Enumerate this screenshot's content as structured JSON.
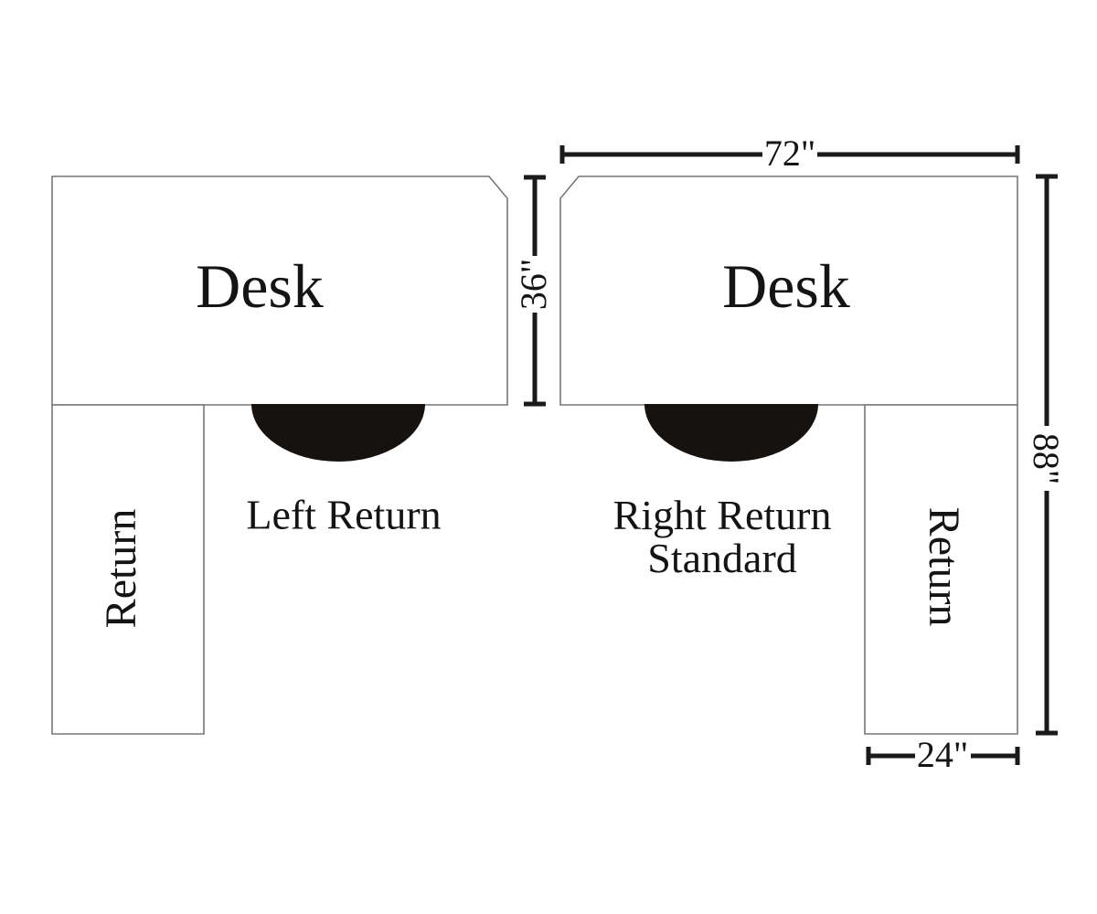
{
  "colors": {
    "bg": "#ffffff",
    "outline": "#777777",
    "dimension": "#1a1a1a",
    "ink": "#141414",
    "cutout": "#151210"
  },
  "left_unit": {
    "desk_label": "Desk",
    "return_label": "Return",
    "caption": "Left Return"
  },
  "right_unit": {
    "desk_label": "Desk",
    "return_label": "Return",
    "caption_line1": "Right Return",
    "caption_line2": "Standard"
  },
  "dimensions": {
    "overall_width": "72\"",
    "desk_depth": "36\"",
    "overall_depth": "88\"",
    "return_width": "24\""
  }
}
